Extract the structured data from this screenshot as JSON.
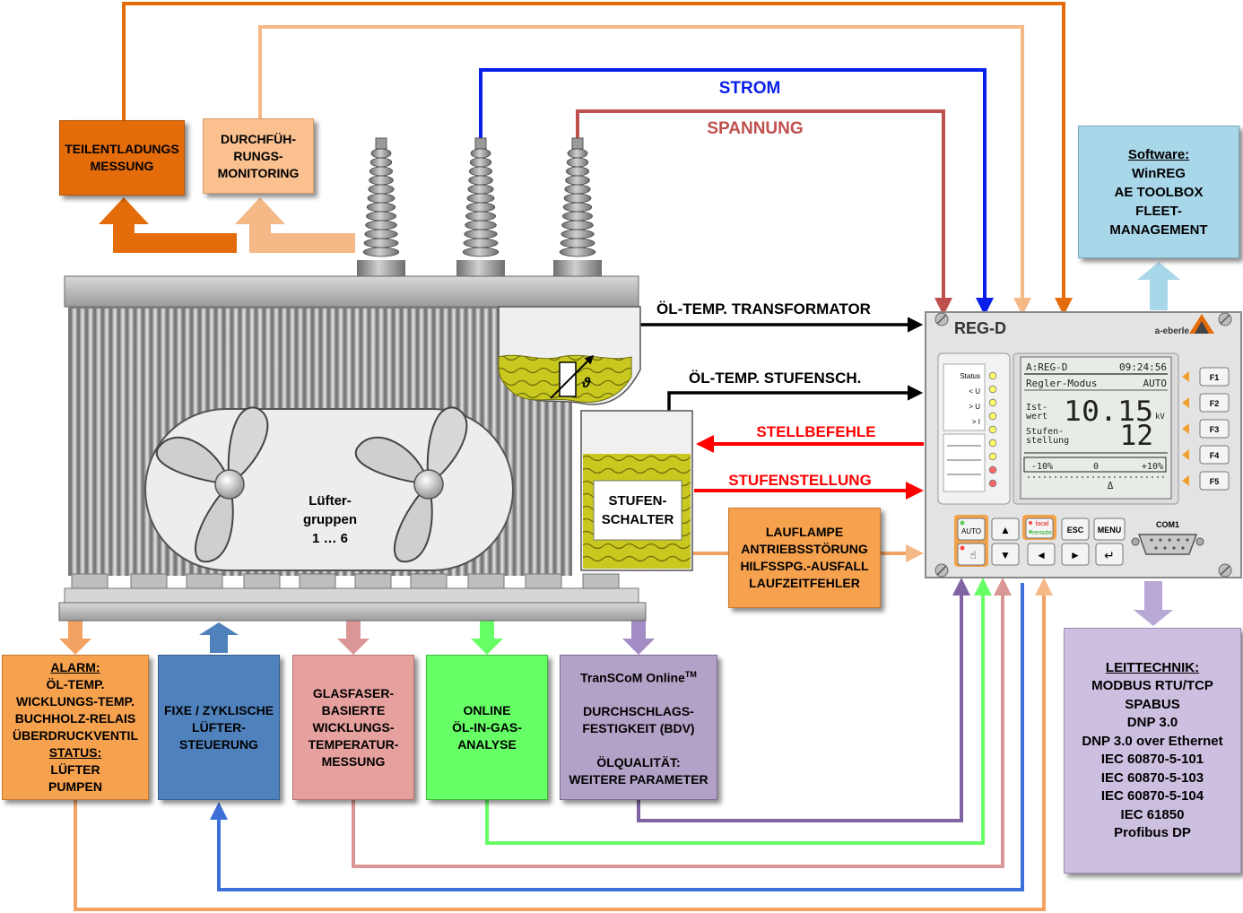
{
  "colors": {
    "orange_dark": "#E46C0A",
    "orange_light": "#F5B887",
    "blue": "#0A1FEB",
    "red_brown": "#C0504D",
    "red": "#FF0000",
    "purple": "#8064A2",
    "green": "#66FF66",
    "pink": "#D99694",
    "light_blue": "#A9D7EA",
    "lavender": "#CDBFE0"
  },
  "top_boxes": {
    "teilentladung": [
      "TEILENTLADUNGS",
      "MESSUNG"
    ],
    "durchfuehrung": [
      "DURCHFÜH-",
      "RUNGS-",
      "MONITORING"
    ]
  },
  "signals": {
    "strom": "STROM",
    "spannung": "SPANNUNG",
    "oel_temp_trafo": "ÖL-TEMP. TRANSFORMATOR",
    "oel_temp_stufen": "ÖL-TEMP. STUFENSCH.",
    "stellbefehle": "STELLBEFEHLE",
    "stufenstellung": "STUFENSTELLUNG"
  },
  "transformer": {
    "fan_label": [
      "Lüfter-",
      "gruppen",
      "1 … 6"
    ],
    "theta": "ϑ",
    "tap_changer": [
      "STUFEN-",
      "SCHALTER"
    ]
  },
  "lauflampe_box": [
    "LAUFLAMPE",
    "ANTRIEBSSTÖRUNG",
    "HILFSSPG.-AUSFALL",
    "LAUFZEITFEHLER"
  ],
  "software_box": {
    "title": "Software:",
    "items": [
      "WinREG",
      "AE TOOLBOX",
      "FLEET-",
      "MANAGEMENT"
    ]
  },
  "leittechnik_box": {
    "title": "LEITTECHNIK:",
    "items": [
      "MODBUS RTU/TCP",
      "SPABUS",
      "DNP 3.0",
      "DNP 3.0 over Ethernet",
      "IEC 60870-5-101",
      "IEC 60870-5-103",
      "IEC 60870-5-104",
      "IEC 61850",
      "Profibus DP"
    ]
  },
  "bottom_boxes": {
    "alarm": {
      "title1": "ALARM:",
      "lines1": [
        "ÖL-TEMP.",
        "WICKLUNGS-TEMP.",
        "BUCHHOLZ-RELAIS",
        "ÜBERDRUCKVENTIL"
      ],
      "title2": "STATUS:",
      "lines2": [
        "LÜFTER",
        "PUMPEN"
      ]
    },
    "luefter": [
      "FIXE / ZYKLISCHE",
      "LÜFTER-",
      "STEUERUNG"
    ],
    "glasfaser": [
      "GLASFASER-",
      "BASIERTE",
      "WICKLUNGS-",
      "TEMPERATUR-",
      "MESSUNG"
    ],
    "online": [
      "ONLINE",
      "ÖL-IN-GAS-",
      "ANALYSE"
    ],
    "transcom": {
      "title": "TranSCoM Online",
      "tm": "TM",
      "lines1": [
        "DURCHSCHLAGS-",
        "FESTIGKEIT (BDV)"
      ],
      "lines2": [
        "ÖLQUALITÄT:",
        "WEITERE PARAMETER"
      ]
    }
  },
  "device": {
    "name": "REG-D",
    "brand": "a-eberle",
    "status_labels": [
      "Status",
      "< U",
      "> U",
      "> I"
    ],
    "led_colors": [
      "#FFFF66",
      "#FFFF66",
      "#FFFF66",
      "#FFFF66",
      "#FFFF66",
      "#FFFF66",
      "#FFFF66",
      "#FF6666",
      "#FF6666"
    ],
    "lcd": {
      "header_left": "A:REG-D",
      "header_time": "09:24:56",
      "mode_label": "Regler-Modus",
      "mode_value": "AUTO",
      "ist_label": [
        "Ist-",
        "wert"
      ],
      "ist_value": "10.15",
      "ist_unit": "kV",
      "stufe_label": [
        "Stufen-",
        "stellung"
      ],
      "stufe_value": "12",
      "scale_left": "-10%",
      "scale_mid": "0",
      "scale_right": "+10%",
      "delta": "Δ"
    },
    "f_keys": [
      "F1",
      "F2",
      "F3",
      "F4",
      "F5"
    ],
    "buttons": {
      "auto": "AUTO",
      "up": "▲",
      "down": "▼",
      "local": "local",
      "remote": "remote",
      "esc": "ESC",
      "menu": "MENU",
      "left": "◄",
      "right": "►",
      "enter": "↵",
      "hand": "☝"
    },
    "com_label": "COM1"
  }
}
